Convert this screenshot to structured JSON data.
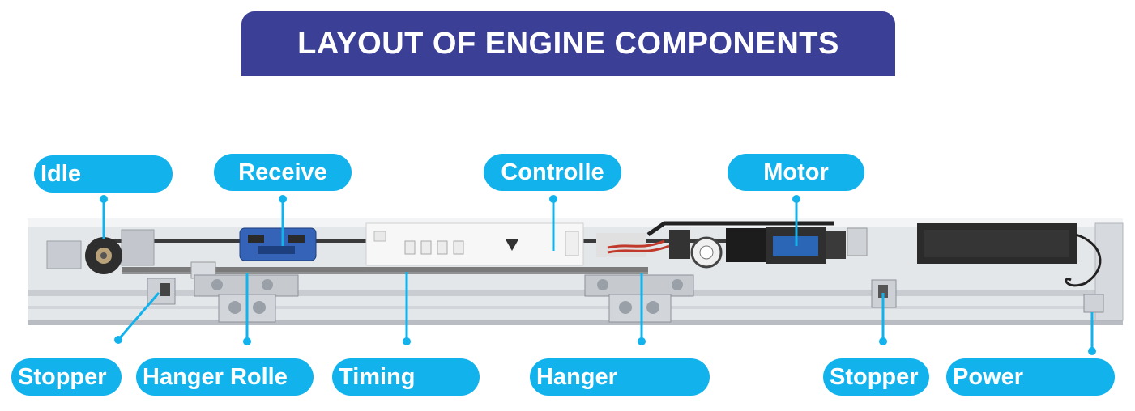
{
  "title": "LAYOUT OF ENGINE COMPONENTS",
  "colors": {
    "title_bg": "#3b3f96",
    "label_bg": "#12b3ec",
    "connector": "#12b3ec"
  },
  "top_labels": [
    "Idle",
    "Receive",
    "Controlle",
    "Motor"
  ],
  "bottom_labels": [
    "Stopper",
    "Hanger Rolle",
    "Timing",
    "Hanger",
    "Stopper",
    "Power"
  ]
}
